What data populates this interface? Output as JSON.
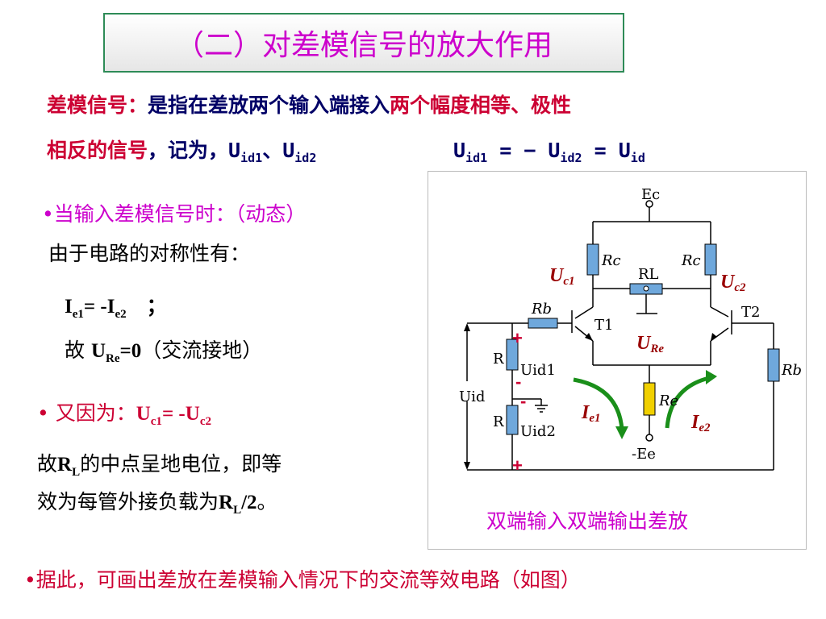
{
  "title": "（二）对差模信号的放大作用",
  "definition": {
    "label": "差模信号：",
    "text1": "是指在差放两个输入端接入",
    "text2": "两个幅度相等、极性",
    "text3": "相反的信号",
    "text4": "，记为，",
    "signals": [
      "U",
      "id1",
      "U",
      "id2"
    ],
    "separator": "、",
    "equation": [
      "U",
      "id1",
      " = − ",
      "U",
      "id2",
      " = ",
      "U",
      "id"
    ]
  },
  "dynamic": {
    "bullet": "•当输入差模信号时：（动态）",
    "symmetry": "由于电路的对称性有：",
    "ie_eq": [
      "I",
      "e1",
      "= -",
      "I",
      "e2",
      "　；"
    ],
    "ure_prefix": "故 ",
    "ure_eq": [
      "U",
      "Re",
      "=0"
    ],
    "ure_suffix": "（交流接地）"
  },
  "because": {
    "prefix": "• 又因为：",
    "eq": [
      "U",
      "c1",
      "= -",
      "U",
      "c2"
    ]
  },
  "conclusion": {
    "l1_a": "故",
    "l1_sym": [
      "R",
      "L"
    ],
    "l1_b": "的中点呈地电位，即等",
    "l2_a": "效为每管外接负载为",
    "l2_sym": [
      "R",
      "L",
      "/2"
    ],
    "l2_b": "。"
  },
  "bottom_note": "•据此，可画出差放在差模输入情况下的交流等效电路（如图）",
  "circuit": {
    "caption": "双端输入双端输出差放",
    "labels": {
      "ec": "Ec",
      "rc": "Rc",
      "rl": "RL",
      "rb": "Rb",
      "t1": "T1",
      "t2": "T2",
      "re": "Re",
      "ee": "-Ee",
      "r": "R",
      "uid": "Uid",
      "uid1": "Uid1",
      "uid2": "Uid2",
      "uc1": [
        "U",
        "c1"
      ],
      "uc2": [
        "U",
        "c2"
      ],
      "ure": [
        "U",
        "Re"
      ],
      "ie1": [
        "I",
        "e1"
      ],
      "ie2": [
        "I",
        "e2"
      ],
      "plus": "+",
      "minus": "-"
    }
  },
  "colors": {
    "title": "#cc00cc",
    "accent_red": "#cc0033",
    "navy": "#000066",
    "resistor": "#6fa8dc",
    "re_resistor": "#f1d000",
    "arrow": "#1a8f1a"
  }
}
